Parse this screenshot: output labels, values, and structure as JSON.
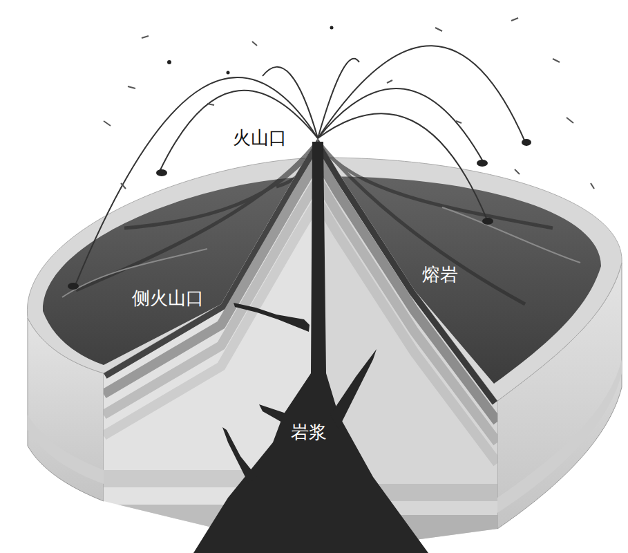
{
  "diagram": {
    "labels": [
      "火山口",
      "侧火山口",
      "熔岩",
      "岩浆"
    ]
  }
}
